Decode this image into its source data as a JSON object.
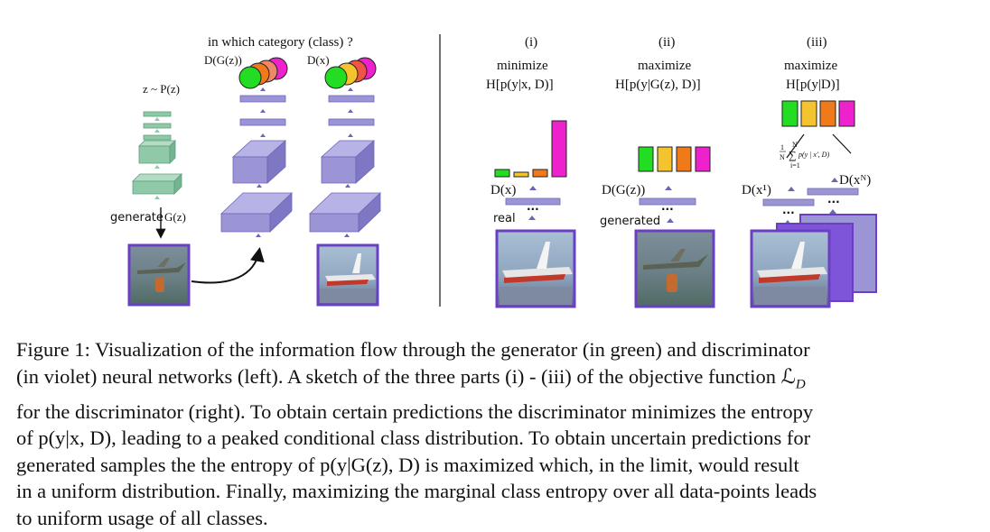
{
  "figure": {
    "left": {
      "question": "in which category (class) ?",
      "dgz_label": "D(G(z))",
      "dx_label": "D(x)",
      "z_prior": "z ~ P(z)",
      "generate_label": "generate",
      "gz_label": "G(z)"
    },
    "right": {
      "part1": {
        "numeral": "(i)",
        "action": "minimize",
        "formula": "H[p(y|x, D)]",
        "dlabel": "D(x)",
        "input_label": "real"
      },
      "part2": {
        "numeral": "(ii)",
        "action": "maximize",
        "formula": "H[p(y|G(z), D)]",
        "dlabel": "D(G(z))",
        "input_label": "generated"
      },
      "part3": {
        "numeral": "(iii)",
        "action": "maximize",
        "formula": "H[p(y|D)]",
        "sum_formula": "1/N ∑ p(y | x^i, D)",
        "sum_upper": "N",
        "sum_lower": "i=1",
        "d1_label": "D(x¹)",
        "dn_label": "D(xᴺ)"
      }
    },
    "colors": {
      "generator": "#8fc9a8",
      "discriminator": "#9b95d6",
      "frame": "#6a3fc4",
      "class_green": "#22dd22",
      "class_yellow": "#f4c430",
      "class_orange": "#f07a1a",
      "class_magenta": "#ee22cc"
    },
    "bars": {
      "part1": [
        0.08,
        0.05,
        0.08,
        0.62
      ],
      "part2": [
        0.27,
        0.27,
        0.27,
        0.27
      ],
      "part3": [
        0.28,
        0.28,
        0.28,
        0.28
      ]
    }
  },
  "caption": {
    "lines": [
      "Figure 1: Visualization of the information flow through the generator (in green) and discriminator",
      "(in violet) neural networks (left). A sketch of the three parts (i) - (iii) of the objective function ℒ",
      "for the discriminator (right). To obtain certain predictions the discriminator minimizes the entropy",
      "of p(y|x, D), leading to a peaked conditional class distribution. To obtain uncertain predictions for",
      "generated samples the the entropy of p(y|G(z), D) is maximized which, in the limit, would result",
      "in a uniform distribution. Finally, maximizing the marginal class entropy over all data-points leads",
      "to uniform usage of all classes."
    ],
    "objective_subscript": "D"
  }
}
